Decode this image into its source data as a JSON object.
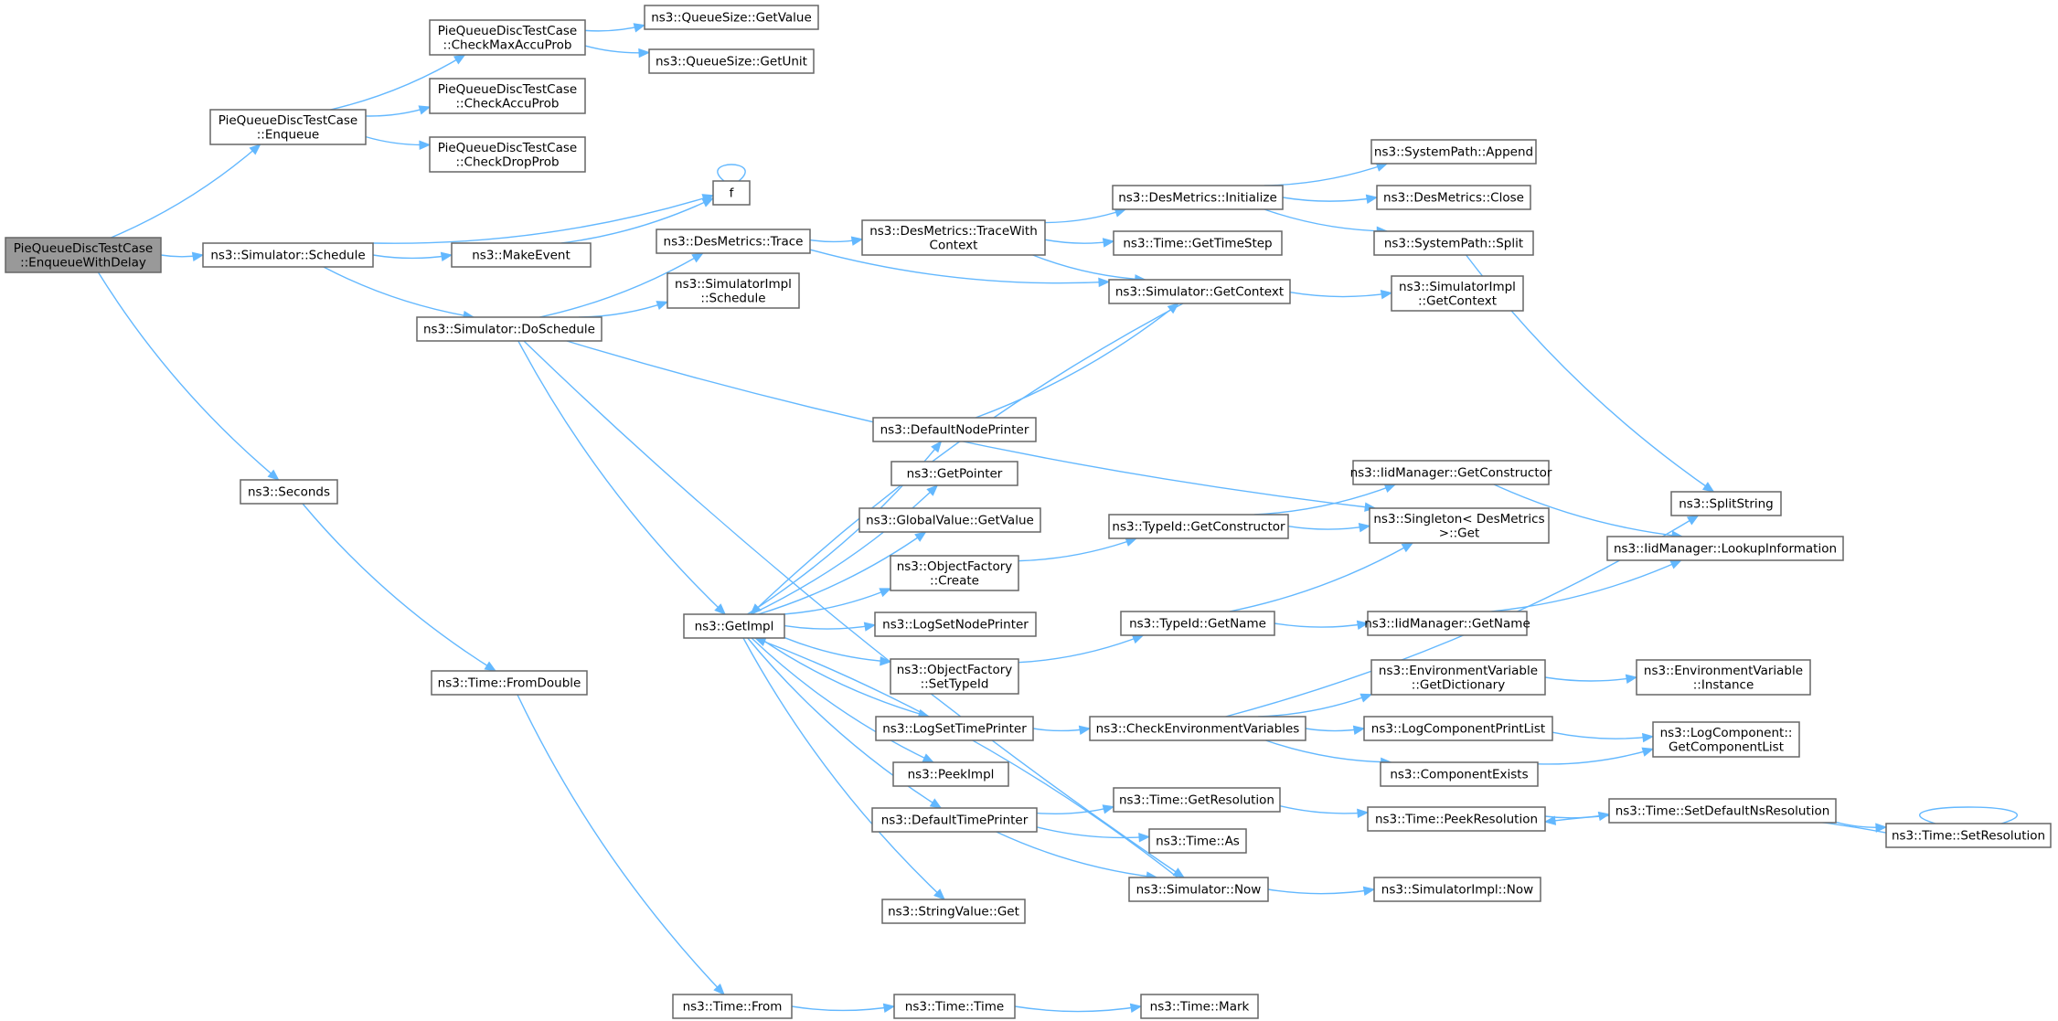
{
  "graph": {
    "edge_color": "#63b8ff",
    "root_fill": "#999999",
    "node_fill": "#ffffff",
    "nodes": [
      {
        "id": "root",
        "lines": [
          "PieQueueDiscTestCase",
          "::EnqueueWithDelay"
        ],
        "root": true
      },
      {
        "id": "enqueue",
        "lines": [
          "PieQueueDiscTestCase",
          "::Enqueue"
        ]
      },
      {
        "id": "checkmax",
        "lines": [
          "PieQueueDiscTestCase",
          "::CheckMaxAccuProb"
        ]
      },
      {
        "id": "checkaccu",
        "lines": [
          "PieQueueDiscTestCase",
          "::CheckAccuProb"
        ]
      },
      {
        "id": "checkdrop",
        "lines": [
          "PieQueueDiscTestCase",
          "::CheckDropProb"
        ]
      },
      {
        "id": "qsval",
        "lines": [
          "ns3::QueueSize::GetValue"
        ]
      },
      {
        "id": "qsunit",
        "lines": [
          "ns3::QueueSize::GetUnit"
        ]
      },
      {
        "id": "f",
        "lines": [
          "f"
        ]
      },
      {
        "id": "schedule",
        "lines": [
          "ns3::Simulator::Schedule"
        ]
      },
      {
        "id": "makeevent",
        "lines": [
          "ns3::MakeEvent"
        ]
      },
      {
        "id": "doschedule",
        "lines": [
          "ns3::Simulator::DoSchedule"
        ]
      },
      {
        "id": "dmtrace",
        "lines": [
          "ns3::DesMetrics::Trace"
        ]
      },
      {
        "id": "simimplsched",
        "lines": [
          "ns3::SimulatorImpl",
          "::Schedule"
        ]
      },
      {
        "id": "tracewith",
        "lines": [
          "ns3::DesMetrics::TraceWith",
          "Context"
        ]
      },
      {
        "id": "dminit",
        "lines": [
          "ns3::DesMetrics::Initialize"
        ]
      },
      {
        "id": "gettimestep",
        "lines": [
          "ns3::Time::GetTimeStep"
        ]
      },
      {
        "id": "spappend",
        "lines": [
          "ns3::SystemPath::Append"
        ]
      },
      {
        "id": "dmclose",
        "lines": [
          "ns3::DesMetrics::Close"
        ]
      },
      {
        "id": "spsplit",
        "lines": [
          "ns3::SystemPath::Split"
        ]
      },
      {
        "id": "getcontext",
        "lines": [
          "ns3::Simulator::GetContext"
        ]
      },
      {
        "id": "simimplctx",
        "lines": [
          "ns3::SimulatorImpl",
          "::GetContext"
        ]
      },
      {
        "id": "seconds",
        "lines": [
          "ns3::Seconds"
        ]
      },
      {
        "id": "fromdouble",
        "lines": [
          "ns3::Time::FromDouble"
        ]
      },
      {
        "id": "getimpl",
        "lines": [
          "ns3::GetImpl"
        ]
      },
      {
        "id": "defnodeprinter",
        "lines": [
          "ns3::DefaultNodePrinter"
        ]
      },
      {
        "id": "getpointer",
        "lines": [
          "ns3::GetPointer"
        ]
      },
      {
        "id": "gvgetvalue",
        "lines": [
          "ns3::GlobalValue::GetValue"
        ]
      },
      {
        "id": "ofcreate",
        "lines": [
          "ns3::ObjectFactory",
          "::Create"
        ]
      },
      {
        "id": "logsetnode",
        "lines": [
          "ns3::LogSetNodePrinter"
        ]
      },
      {
        "id": "ofsettype",
        "lines": [
          "ns3::ObjectFactory",
          "::SetTypeId"
        ]
      },
      {
        "id": "logsettime",
        "lines": [
          "ns3::LogSetTimePrinter"
        ]
      },
      {
        "id": "peekimpl",
        "lines": [
          "ns3::PeekImpl"
        ]
      },
      {
        "id": "deftimeprinter",
        "lines": [
          "ns3::DefaultTimePrinter"
        ]
      },
      {
        "id": "svget",
        "lines": [
          "ns3::StringValue::Get"
        ]
      },
      {
        "id": "iidgetctor",
        "lines": [
          "ns3::IidManager::GetConstructor"
        ]
      },
      {
        "id": "tidgetctor",
        "lines": [
          "ns3::TypeId::GetConstructor"
        ]
      },
      {
        "id": "singleton",
        "lines": [
          "ns3::Singleton< DesMetrics",
          " >::Get"
        ]
      },
      {
        "id": "splitstring",
        "lines": [
          "ns3::SplitString"
        ]
      },
      {
        "id": "iidlookup",
        "lines": [
          "ns3::IidManager::LookupInformation"
        ]
      },
      {
        "id": "tidgetname",
        "lines": [
          "ns3::TypeId::GetName"
        ]
      },
      {
        "id": "iidgetname",
        "lines": [
          "ns3::IidManager::GetName"
        ]
      },
      {
        "id": "envgetdict",
        "lines": [
          "ns3::EnvironmentVariable",
          "::GetDictionary"
        ]
      },
      {
        "id": "envinstance",
        "lines": [
          "ns3::EnvironmentVariable",
          "::Instance"
        ]
      },
      {
        "id": "checkenv",
        "lines": [
          "ns3::CheckEnvironmentVariables"
        ]
      },
      {
        "id": "logcompprint",
        "lines": [
          "ns3::LogComponentPrintList"
        ]
      },
      {
        "id": "compexists",
        "lines": [
          "ns3::ComponentExists"
        ]
      },
      {
        "id": "logcomplist",
        "lines": [
          "ns3::LogComponent::",
          "GetComponentList"
        ]
      },
      {
        "id": "timegetres",
        "lines": [
          "ns3::Time::GetResolution"
        ]
      },
      {
        "id": "timepeekres",
        "lines": [
          "ns3::Time::PeekResolution"
        ]
      },
      {
        "id": "timesetdefault",
        "lines": [
          "ns3::Time::SetDefaultNsResolution"
        ]
      },
      {
        "id": "timesetres",
        "lines": [
          "ns3::Time::SetResolution"
        ]
      },
      {
        "id": "timeas",
        "lines": [
          "ns3::Time::As"
        ]
      },
      {
        "id": "simnow",
        "lines": [
          "ns3::Simulator::Now"
        ]
      },
      {
        "id": "simimplnow",
        "lines": [
          "ns3::SimulatorImpl::Now"
        ]
      },
      {
        "id": "timefrom",
        "lines": [
          "ns3::Time::From"
        ]
      },
      {
        "id": "timetime",
        "lines": [
          "ns3::Time::Time"
        ]
      },
      {
        "id": "timemark",
        "lines": [
          "ns3::Time::Mark"
        ]
      }
    ],
    "edges": [
      [
        "root",
        "enqueue"
      ],
      [
        "root",
        "schedule"
      ],
      [
        "root",
        "seconds"
      ],
      [
        "enqueue",
        "checkmax"
      ],
      [
        "enqueue",
        "checkaccu"
      ],
      [
        "enqueue",
        "checkdrop"
      ],
      [
        "checkmax",
        "qsval"
      ],
      [
        "checkmax",
        "qsunit"
      ],
      [
        "schedule",
        "f"
      ],
      [
        "schedule",
        "makeevent"
      ],
      [
        "schedule",
        "doschedule"
      ],
      [
        "makeevent",
        "f"
      ],
      [
        "f",
        "f"
      ],
      [
        "doschedule",
        "dmtrace"
      ],
      [
        "doschedule",
        "simimplsched"
      ],
      [
        "doschedule",
        "getimpl"
      ],
      [
        "doschedule",
        "singleton"
      ],
      [
        "doschedule",
        "simnow"
      ],
      [
        "dmtrace",
        "tracewith"
      ],
      [
        "dmtrace",
        "getcontext"
      ],
      [
        "tracewith",
        "dminit"
      ],
      [
        "tracewith",
        "gettimestep"
      ],
      [
        "tracewith",
        "getcontext"
      ],
      [
        "dminit",
        "spappend"
      ],
      [
        "dminit",
        "dmclose"
      ],
      [
        "dminit",
        "spsplit"
      ],
      [
        "spsplit",
        "splitstring"
      ],
      [
        "getcontext",
        "simimplctx"
      ],
      [
        "getcontext",
        "getimpl"
      ],
      [
        "seconds",
        "fromdouble"
      ],
      [
        "fromdouble",
        "timefrom"
      ],
      [
        "getimpl",
        "defnodeprinter"
      ],
      [
        "getimpl",
        "getpointer"
      ],
      [
        "getimpl",
        "gvgetvalue"
      ],
      [
        "getimpl",
        "ofcreate"
      ],
      [
        "getimpl",
        "logsetnode"
      ],
      [
        "getimpl",
        "ofsettype"
      ],
      [
        "getimpl",
        "logsettime"
      ],
      [
        "getimpl",
        "peekimpl"
      ],
      [
        "getimpl",
        "deftimeprinter"
      ],
      [
        "getimpl",
        "svget"
      ],
      [
        "defnodeprinter",
        "getcontext"
      ],
      [
        "ofcreate",
        "tidgetctor"
      ],
      [
        "tidgetctor",
        "iidgetctor"
      ],
      [
        "tidgetctor",
        "singleton"
      ],
      [
        "iidgetctor",
        "iidlookup"
      ],
      [
        "ofsettype",
        "tidgetname"
      ],
      [
        "tidgetname",
        "singleton"
      ],
      [
        "tidgetname",
        "iidgetname"
      ],
      [
        "iidgetname",
        "iidlookup"
      ],
      [
        "logsettime",
        "checkenv"
      ],
      [
        "checkenv",
        "splitstring"
      ],
      [
        "checkenv",
        "envgetdict"
      ],
      [
        "checkenv",
        "logcompprint"
      ],
      [
        "checkenv",
        "compexists"
      ],
      [
        "envgetdict",
        "envinstance"
      ],
      [
        "logcompprint",
        "logcomplist"
      ],
      [
        "compexists",
        "logcomplist"
      ],
      [
        "deftimeprinter",
        "timegetres"
      ],
      [
        "deftimeprinter",
        "timeas"
      ],
      [
        "deftimeprinter",
        "simnow"
      ],
      [
        "timegetres",
        "timepeekres"
      ],
      [
        "timepeekres",
        "timesetdefault"
      ],
      [
        "timesetdefault",
        "timesetres"
      ],
      [
        "timesetres",
        "timepeekres"
      ],
      [
        "timesetres",
        "timesetres"
      ],
      [
        "simnow",
        "getimpl"
      ],
      [
        "simnow",
        "simimplnow"
      ],
      [
        "timefrom",
        "timetime"
      ],
      [
        "timetime",
        "timemark"
      ]
    ]
  }
}
